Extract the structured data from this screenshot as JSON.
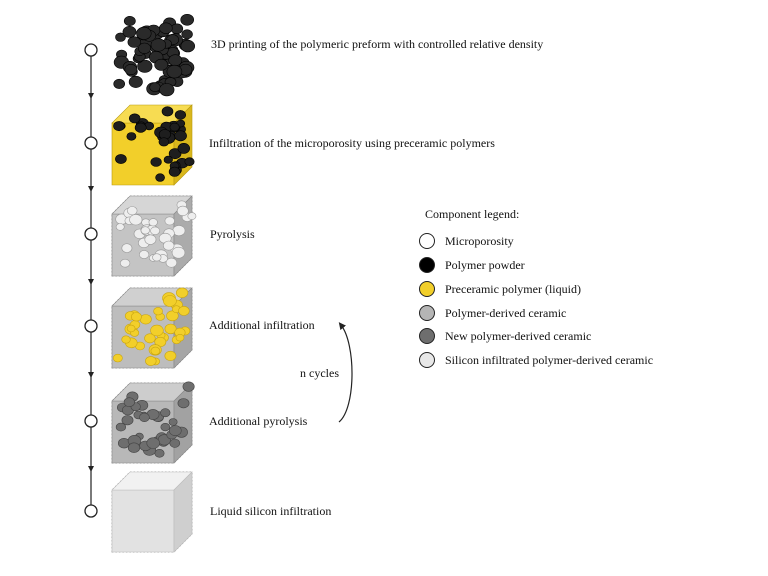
{
  "steps": [
    {
      "label": "3D printing of the polymeric preform with controlled relative density"
    },
    {
      "label": "Infiltration of the microporosity using preceramic polymers"
    },
    {
      "label": "Pyrolysis"
    },
    {
      "label": "Additional infiltration"
    },
    {
      "label": "Additional pyrolysis"
    },
    {
      "label": "Liquid silicon infiltration"
    }
  ],
  "cycles_label": "n cycles",
  "legend": {
    "title": "Component legend:",
    "items": [
      {
        "label": "Microporosity",
        "color": "#ffffff"
      },
      {
        "label": "Polymer powder",
        "color": "#000000"
      },
      {
        "label": "Preceramic polymer (liquid)",
        "color": "#f2cf2a"
      },
      {
        "label": "Polymer-derived  ceramic",
        "color": "#b5b5b5"
      },
      {
        "label": "New polymer-derived ceramic",
        "color": "#6e6e6e"
      },
      {
        "label": "Silicon infiltrated polymer-derived ceramic",
        "color": "#e8e8e8"
      }
    ]
  }
}
